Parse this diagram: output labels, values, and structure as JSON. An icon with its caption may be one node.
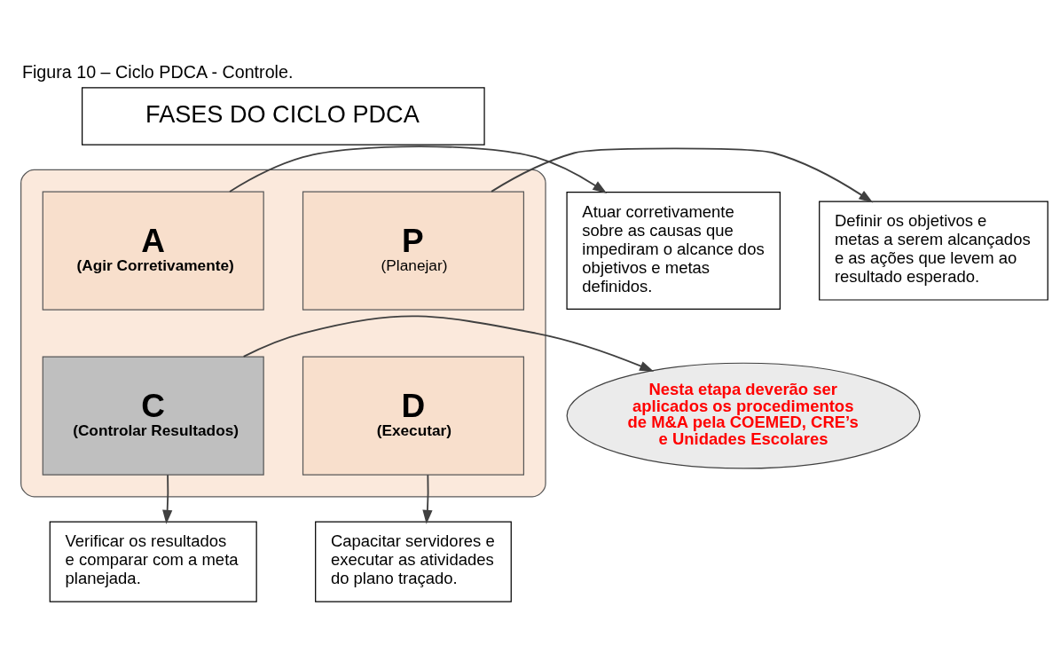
{
  "diagram": {
    "title": "Figura 10 – Ciclo PDCA - Controle.",
    "nodes": [
      {
        "text": [
          "FASES DO CICLO PDCA"
        ]
      },
      {
        "text": [],
        "shape": "ellipse"
      },
      {
        "text": [
          "Atuar corretivamente sobre as causas que impediram o alcance dos objetivos e metas definidos."
        ]
      },
      {
        "text": [
          "A",
          "(Agir Corretivamente)"
        ],
        "in": 1
      },
      {
        "text": [
          "P",
          "(Planejar)"
        ],
        "in": 1
      },
      {
        "text": [
          "Definir os objetivos e metas a serem alcançados e as ações que levem ao resultado esperado."
        ]
      },
      {
        "text": [
          "Nesta etapa deverão ser aplicados os procedimentos de M&A pela COEMED, CRE’s e Unidades Escolares"
        ]
      },
      {
        "text": [
          "C",
          "(Controlar Resultados)"
        ],
        "in": 1
      },
      {
        "text": [
          "D",
          "(Executar)"
        ],
        "in": 1
      },
      {
        "text": [
          "Verificar os resultados e comparar com a meta planejada."
        ]
      },
      {
        "text": [
          "Capacitar servidores e executar as atividades do plano traçado."
        ]
      }
    ],
    "edges": [
      {
        "from": 3,
        "to": 2,
        "arrow": "to"
      },
      {
        "from": 4,
        "to": 5,
        "arrow": "to"
      },
      {
        "from": 7,
        "to": 6,
        "arrow": "to"
      },
      {
        "from": 7,
        "to": 9,
        "arrow": "to"
      },
      {
        "from": 8,
        "to": 10,
        "arrow": "to"
      }
    ]
  }
}
